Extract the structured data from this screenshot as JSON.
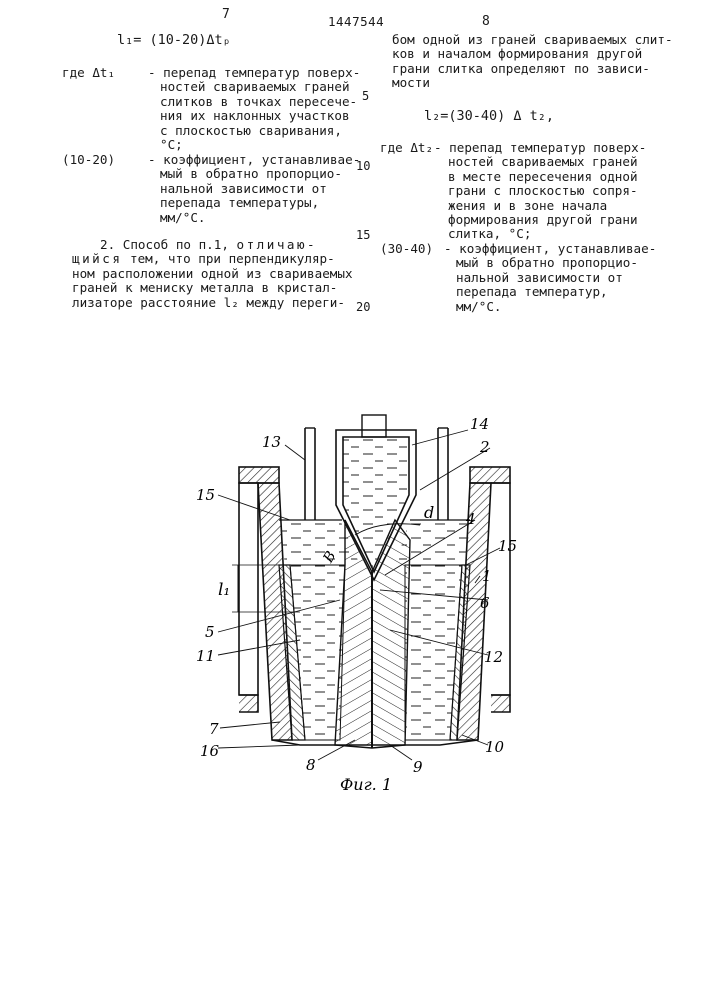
{
  "header": {
    "page_left": "7",
    "patent_number": "1447544",
    "page_right": "8"
  },
  "left_column": {
    "formula1": "l₁= (10-20)Δtₚ",
    "def1": {
      "label": "где Δt₁",
      "lines": [
        "- перепад температур поверх-",
        "ностей свариваемых граней",
        "слитков в точках пересече-",
        "ния их наклонных участков",
        "с плоскостью сваривания,",
        "°C;"
      ]
    },
    "def2": {
      "label": "(10-20)",
      "lines": [
        "- коэффициент, устанавливае-",
        "мый в обратно пропорцио-",
        "нальной зависимости от",
        "перепада температуры,",
        "мм/°C."
      ]
    },
    "claim2": {
      "first_start": "2. Способ по п.1, ",
      "first_spaced": "отличаю-",
      "second_spaced": "щийся",
      "second_rest": " тем, что при перпендикуляр-",
      "lines": [
        "ном расположении одной из свариваемых",
        "граней к мениску металла в кристал-",
        "лизаторе расстояние l₂ между переги-"
      ]
    }
  },
  "right_column": {
    "intro_lines": [
      "бом одной из граней свариваемых слит-",
      "ков и началом формирования другой",
      "грани слитка определяют по зависи-",
      "мости"
    ],
    "formula2": "l₂=(30-40) Δ t₂,",
    "def3": {
      "label": "где Δt₂",
      "lines": [
        "- перепад температур поверх-",
        "ностей свариваемых граней",
        "в месте пересечения одной",
        "грани с плоскостью сопря-",
        "жения и в зоне начала",
        "формирования другой грани",
        "слитка, °C;"
      ]
    },
    "def4": {
      "label": "(30-40)",
      "lines": [
        "- коэффициент, устанавливае-",
        "мый в обратно пропорцио-",
        "нальной зависимости от",
        "перепада температур,",
        "мм/°C."
      ]
    }
  },
  "line_numbers": [
    "5",
    "10",
    "15",
    "20"
  ],
  "figure": {
    "caption": "Фиг. 1",
    "labels": {
      "n1": "1",
      "n2": "2",
      "n4": "4",
      "n5": "5",
      "n6": "6",
      "n7": "7",
      "n8": "8",
      "n9": "9",
      "n10": "10",
      "n11": "11",
      "n12": "12",
      "n13": "13",
      "n14": "14",
      "n15a": "15",
      "n15b": "15",
      "n16": "16",
      "l1": "l₁",
      "alpha": "d",
      "beta": "B"
    }
  }
}
